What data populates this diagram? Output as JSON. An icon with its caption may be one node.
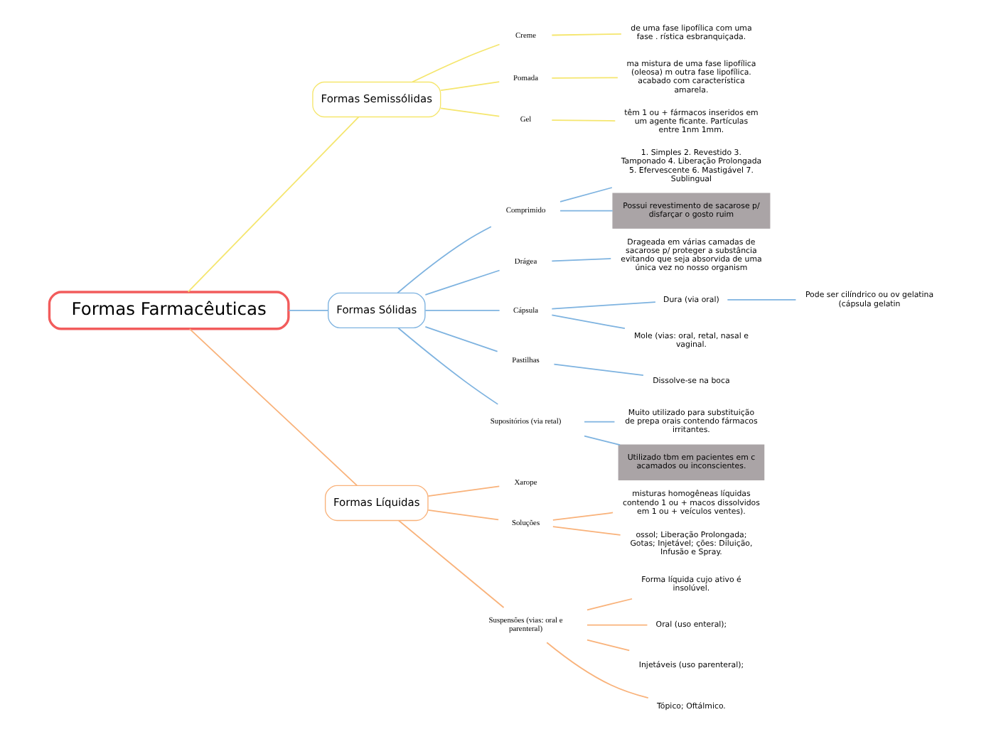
{
  "diagram": {
    "nodes": [
      {
        "text": [
          "Formas Farmacêuticas"
        ]
      },
      {
        "text": [
          "Formas Semissólidas"
        ]
      },
      {
        "text": [
          "Creme"
        ]
      },
      {
        "text": [
          "de uma fase lipofílica com uma fase . rística esbranquiçada."
        ]
      },
      {
        "text": [
          "Pomada"
        ]
      },
      {
        "text": [
          "ma mistura de uma fase lipofílica (oleosa) m outra fase lipofílica. acabado com característica amarela."
        ]
      },
      {
        "text": [
          "Gel"
        ]
      },
      {
        "text": [
          "têm 1 ou + fármacos inseridos em um agente ficante. Partículas entre 1nm 1mm."
        ]
      },
      {
        "text": [
          "Formas Sólidas"
        ]
      },
      {
        "text": [
          "Comprimido"
        ]
      },
      {
        "text": [
          "1. Simples 2. Revestido 3. Tamponado 4. Liberação Prolongada 5. Efervescente 6. Mastigável 7. Sublingual"
        ]
      },
      {
        "text": [
          "Possui revestimento de sacarose p/ disfarçar o gosto ruim"
        ]
      },
      {
        "text": [
          "Drágea"
        ]
      },
      {
        "text": [
          "Drageada em várias camadas de sacarose p/ proteger a substância evitando que seja absorvida de uma única vez no nosso organism"
        ]
      },
      {
        "text": [
          "Cápsula"
        ]
      },
      {
        "text": [
          "Dura (via oral)"
        ]
      },
      {
        "text": [
          "Pode ser cilíndrico ou ov gelatina (cápsula gelatin"
        ]
      },
      {
        "text": [
          "Mole (vias: oral, retal, nasal e vaginal."
        ]
      },
      {
        "text": [
          "Pastilhas"
        ]
      },
      {
        "text": [
          "Dissolve-se na boca"
        ]
      },
      {
        "text": [
          "Supositórios (via retal)"
        ]
      },
      {
        "text": [
          "Muito utilizado para substituição de prepa orais contendo fármacos irritantes."
        ]
      },
      {
        "text": [
          "Utilizado tbm em pacientes em c acamados ou inconscientes."
        ]
      },
      {
        "text": [
          "Formas Líquidas"
        ]
      },
      {
        "text": [
          "Xarope"
        ]
      },
      {
        "text": [
          "Soluções"
        ]
      },
      {
        "text": [
          "misturas homogêneas líquidas contendo 1 ou + macos dissolvidos em 1 ou + veículos ventes)."
        ]
      },
      {
        "text": [
          "ossol; Liberação Prolongada; Gotas; Injetável; ções: Diluição, Infusão e Spray."
        ]
      },
      {
        "text": [
          "Suspensões (vias: oral e parenteral)"
        ]
      },
      {
        "text": [
          "Forma líquida cujo ativo é insolúvel."
        ]
      },
      {
        "text": [
          "Oral (uso enteral);"
        ]
      },
      {
        "text": [
          "Injetáveis (uso parenteral);"
        ]
      },
      {
        "text": [
          "Tópico; Oftálmico."
        ]
      }
    ],
    "edges": [
      {
        "from": 0,
        "to": 1,
        "arrow": "none",
        "color": "#f5e66e"
      },
      {
        "from": 1,
        "to": 2,
        "arrow": "none",
        "color": "#f5e66e"
      },
      {
        "from": 2,
        "to": 3,
        "arrow": "none",
        "color": "#f5e66e"
      },
      {
        "from": 1,
        "to": 4,
        "arrow": "none",
        "color": "#f5e66e"
      },
      {
        "from": 4,
        "to": 5,
        "arrow": "none",
        "color": "#f5e66e"
      },
      {
        "from": 1,
        "to": 6,
        "arrow": "none",
        "color": "#f5e66e"
      },
      {
        "from": 6,
        "to": 7,
        "arrow": "none",
        "color": "#f5e66e"
      },
      {
        "from": 0,
        "to": 8,
        "arrow": "none"
      },
      {
        "from": 8,
        "to": 9,
        "arrow": "none"
      },
      {
        "from": 9,
        "to": 10,
        "arrow": "none"
      },
      {
        "from": 9,
        "to": 11,
        "arrow": "none"
      },
      {
        "from": 8,
        "to": 12,
        "arrow": "none"
      },
      {
        "from": 12,
        "to": 13,
        "arrow": "none"
      },
      {
        "from": 8,
        "to": 14,
        "arrow": "none"
      },
      {
        "from": 14,
        "to": 15,
        "arrow": "none"
      },
      {
        "from": 15,
        "to": 16,
        "arrow": "none"
      },
      {
        "from": 14,
        "to": 17,
        "arrow": "none"
      },
      {
        "from": 8,
        "to": 18,
        "arrow": "none"
      },
      {
        "from": 18,
        "to": 19,
        "arrow": "none"
      },
      {
        "from": 8,
        "to": 20,
        "arrow": "none"
      },
      {
        "from": 20,
        "to": 21,
        "arrow": "none"
      },
      {
        "from": 20,
        "to": 22,
        "arrow": "none"
      },
      {
        "from": 0,
        "to": 23,
        "arrow": "none",
        "color": "#f9b27a"
      },
      {
        "from": 23,
        "to": 24,
        "arrow": "none",
        "color": "#f9b27a"
      },
      {
        "from": 23,
        "to": 25,
        "arrow": "none",
        "color": "#f9b27a"
      },
      {
        "from": 25,
        "to": 26,
        "arrow": "none",
        "color": "#f9b27a"
      },
      {
        "from": 25,
        "to": 27,
        "arrow": "none",
        "color": "#f9b27a"
      },
      {
        "from": 23,
        "to": 28,
        "arrow": "none",
        "color": "#f9b27a"
      },
      {
        "from": 28,
        "to": 29,
        "arrow": "none",
        "color": "#f9b27a"
      },
      {
        "from": 28,
        "to": 30,
        "arrow": "none",
        "color": "#f9b27a"
      },
      {
        "from": 28,
        "to": 31,
        "arrow": "none",
        "color": "#f9b27a"
      },
      {
        "from": 28,
        "to": 32,
        "arrow": "none",
        "color": "#f9b27a"
      }
    ]
  }
}
